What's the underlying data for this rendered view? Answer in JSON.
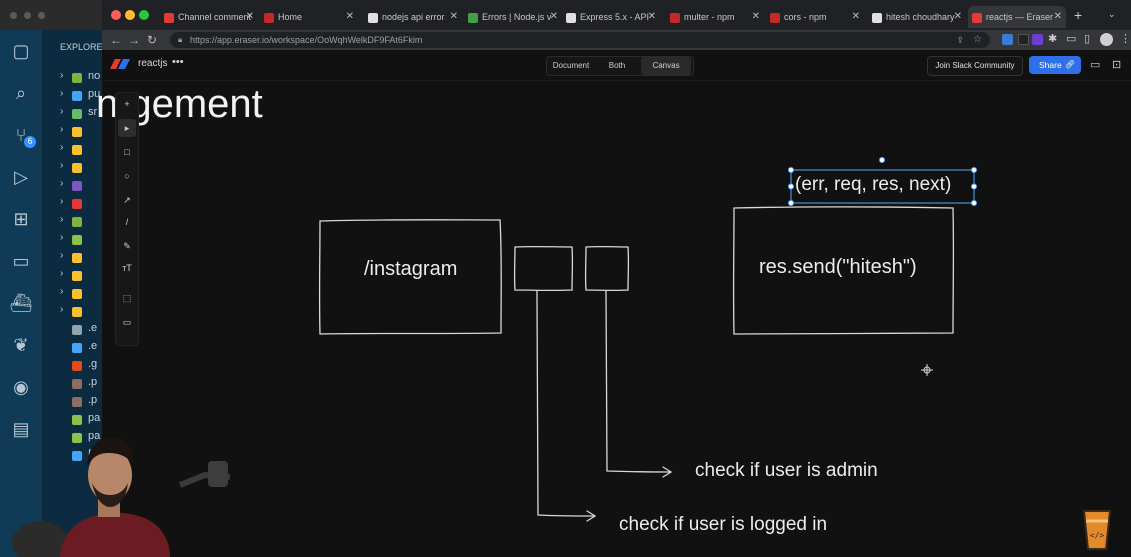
{
  "vscode": {
    "explorer_title": "EXPLORE",
    "items": [
      {
        "label": "no"
      },
      {
        "label": "pu"
      },
      {
        "label": "sr"
      },
      {
        "label": ""
      },
      {
        "label": ""
      },
      {
        "label": ""
      },
      {
        "label": ""
      },
      {
        "label": ""
      },
      {
        "label": ""
      },
      {
        "label": ""
      },
      {
        "label": ""
      },
      {
        "label": ""
      },
      {
        "label": ""
      },
      {
        "label": ""
      },
      {
        "label": ".e"
      },
      {
        "label": ".e"
      },
      {
        "label": ".g"
      },
      {
        "label": ".p"
      },
      {
        "label": ".p"
      },
      {
        "label": "pa"
      },
      {
        "label": "pa"
      },
      {
        "label": "R"
      }
    ],
    "source_control_badge": "6"
  },
  "browser": {
    "tabs": [
      {
        "title": "Channel comment",
        "color": "#e53935"
      },
      {
        "title": "Home",
        "color": "#c62828"
      },
      {
        "title": "nodejs api error",
        "color": "#e0e0e0"
      },
      {
        "title": "Errors | Node.js v",
        "color": "#43a047"
      },
      {
        "title": "Express 5.x - API",
        "color": "#e0e0e0"
      },
      {
        "title": "multer - npm",
        "color": "#c62828"
      },
      {
        "title": "cors - npm",
        "color": "#c62828"
      },
      {
        "title": "hitesh choudhary",
        "color": "#e0e0e0"
      },
      {
        "title": "reactjs — Eraser",
        "color": "#e53935"
      }
    ],
    "url": "https://app.eraser.io/workspace/OoWqhWelkDF9FAt6Fkim",
    "new_tab": "+"
  },
  "app": {
    "file_name": "reactjs",
    "file_menu": "•••",
    "view_options": [
      "Document",
      "Both",
      "Canvas"
    ],
    "selected_view": "Canvas",
    "join_label": "Join Slack Community",
    "share_label": "Share",
    "tools": [
      "+",
      "▸",
      "□",
      "○",
      "↗",
      "/",
      "✎",
      "ᴛT",
      "⬚",
      "▭"
    ]
  },
  "canvas": {
    "heading": "n.gement",
    "box1_label": "/instagram",
    "box2_label": "res.send(\"hitesh\")",
    "signature": "(err, req, res, next)",
    "note1": "check if user is admin",
    "note2": "check if user is logged in"
  },
  "colors": {
    "accent": "#2f6fe8",
    "selection": "#5aa6ff",
    "canvas_bg": "#111111",
    "stroke": "#d9d9d9"
  }
}
